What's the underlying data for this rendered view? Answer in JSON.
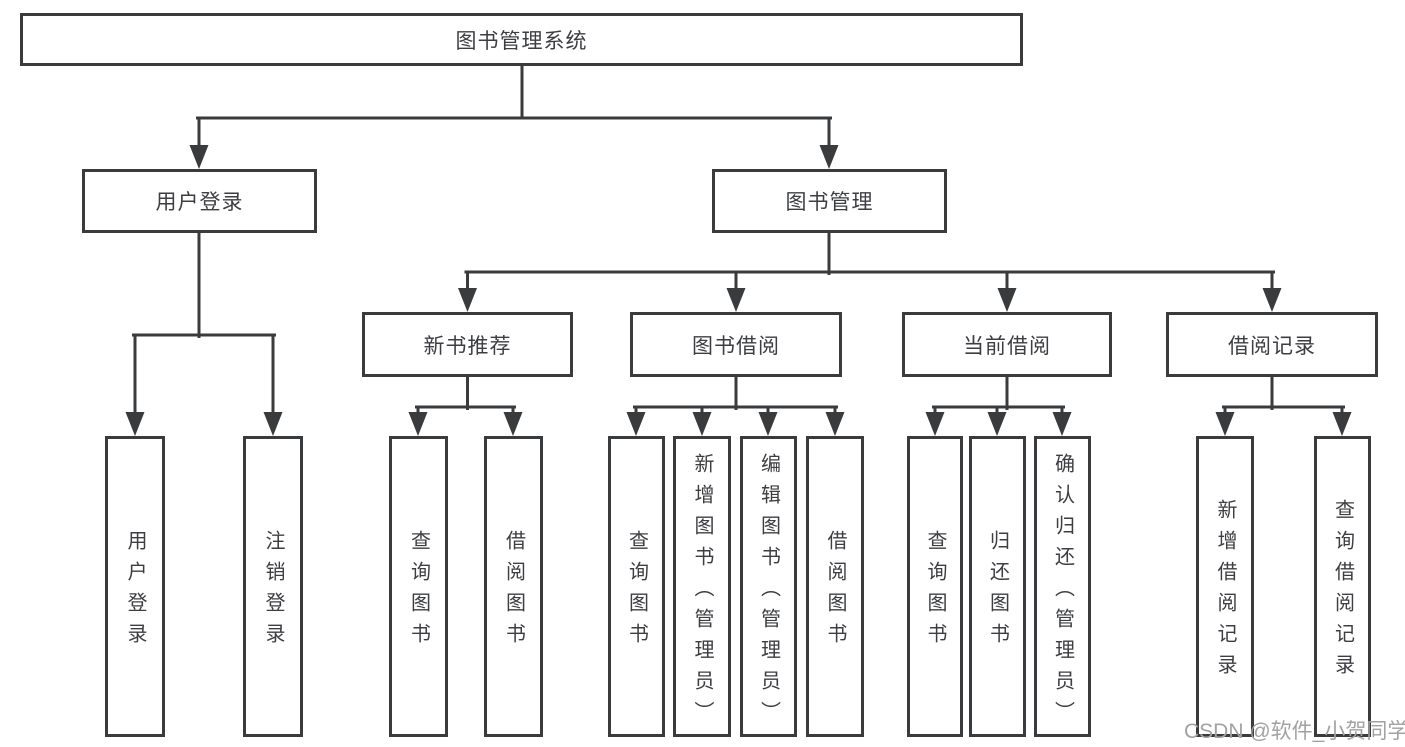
{
  "colors": {
    "line": "#3a3b3d",
    "node_text": "#3d3e42",
    "node_background": "#ffffff",
    "watermark_text": "#a2a2a2",
    "page_background": "#ffffff"
  },
  "tree": {
    "root": {
      "label": "图书管理系统"
    },
    "user_login": {
      "label": "用户登录",
      "children": {
        "login": {
          "label": "用户登录"
        },
        "logout": {
          "label": "注销登录"
        }
      }
    },
    "book_mgmt": {
      "label": "图书管理",
      "children": {
        "new_books": {
          "label": "新书推荐",
          "children": {
            "query_books": {
              "label": "查询图书"
            },
            "borrow_books": {
              "label": "借阅图书"
            }
          }
        },
        "book_borrow": {
          "label": "图书借阅",
          "children": {
            "query_books": {
              "label": "查询图书"
            },
            "add_books": {
              "label": "新增图书（管理员）"
            },
            "edit_books": {
              "label": "编辑图书（管理员）"
            },
            "borrow_books": {
              "label": "借阅图书"
            }
          }
        },
        "current_borrow": {
          "label": "当前借阅",
          "children": {
            "query_books": {
              "label": "查询图书"
            },
            "return_books": {
              "label": "归还图书"
            },
            "confirm_return": {
              "label": "确认归还（管理员）"
            }
          }
        },
        "borrow_records": {
          "label": "借阅记录",
          "children": {
            "add_record": {
              "label": "新增借阅记录"
            },
            "query_record": {
              "label": "查询借阅记录"
            }
          }
        }
      }
    }
  },
  "watermark": "CSDN @软件_小贺同学"
}
